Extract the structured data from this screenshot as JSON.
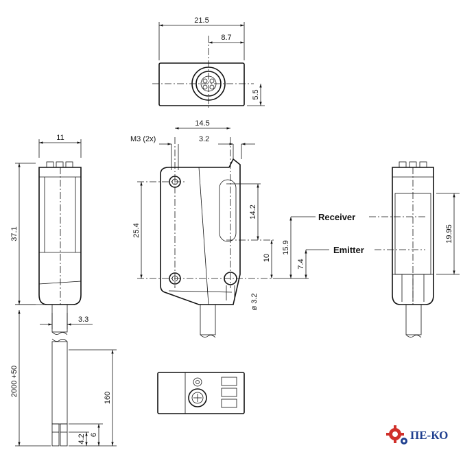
{
  "dimensions": {
    "top_width": "21.5",
    "top_offset": "8.7",
    "top_height": "5.5",
    "side_width": "11",
    "side_height": "37.1",
    "cable_dia": "3.3",
    "cable_length": "2000 +50",
    "cable_strip": "160",
    "cable_end_a": "4.2",
    "cable_end_b": "6",
    "hole_pitch_x": "14.5",
    "thread": "M3 (2x)",
    "hole_offset": "3.2",
    "hole_pitch_y": "25.4",
    "receiver_height": "14.2",
    "axis_15_9": "15.9",
    "axis_10": "10",
    "axis_7_4": "7.4",
    "hole_dia": "ø 3.2",
    "right_height": "19.95"
  },
  "labels": {
    "receiver": "Receiver",
    "emitter": "Emitter"
  },
  "logo": {
    "text": "ПЕ-КО",
    "colors": {
      "gear": "#d0302a",
      "text": "#1f3f8f"
    }
  }
}
